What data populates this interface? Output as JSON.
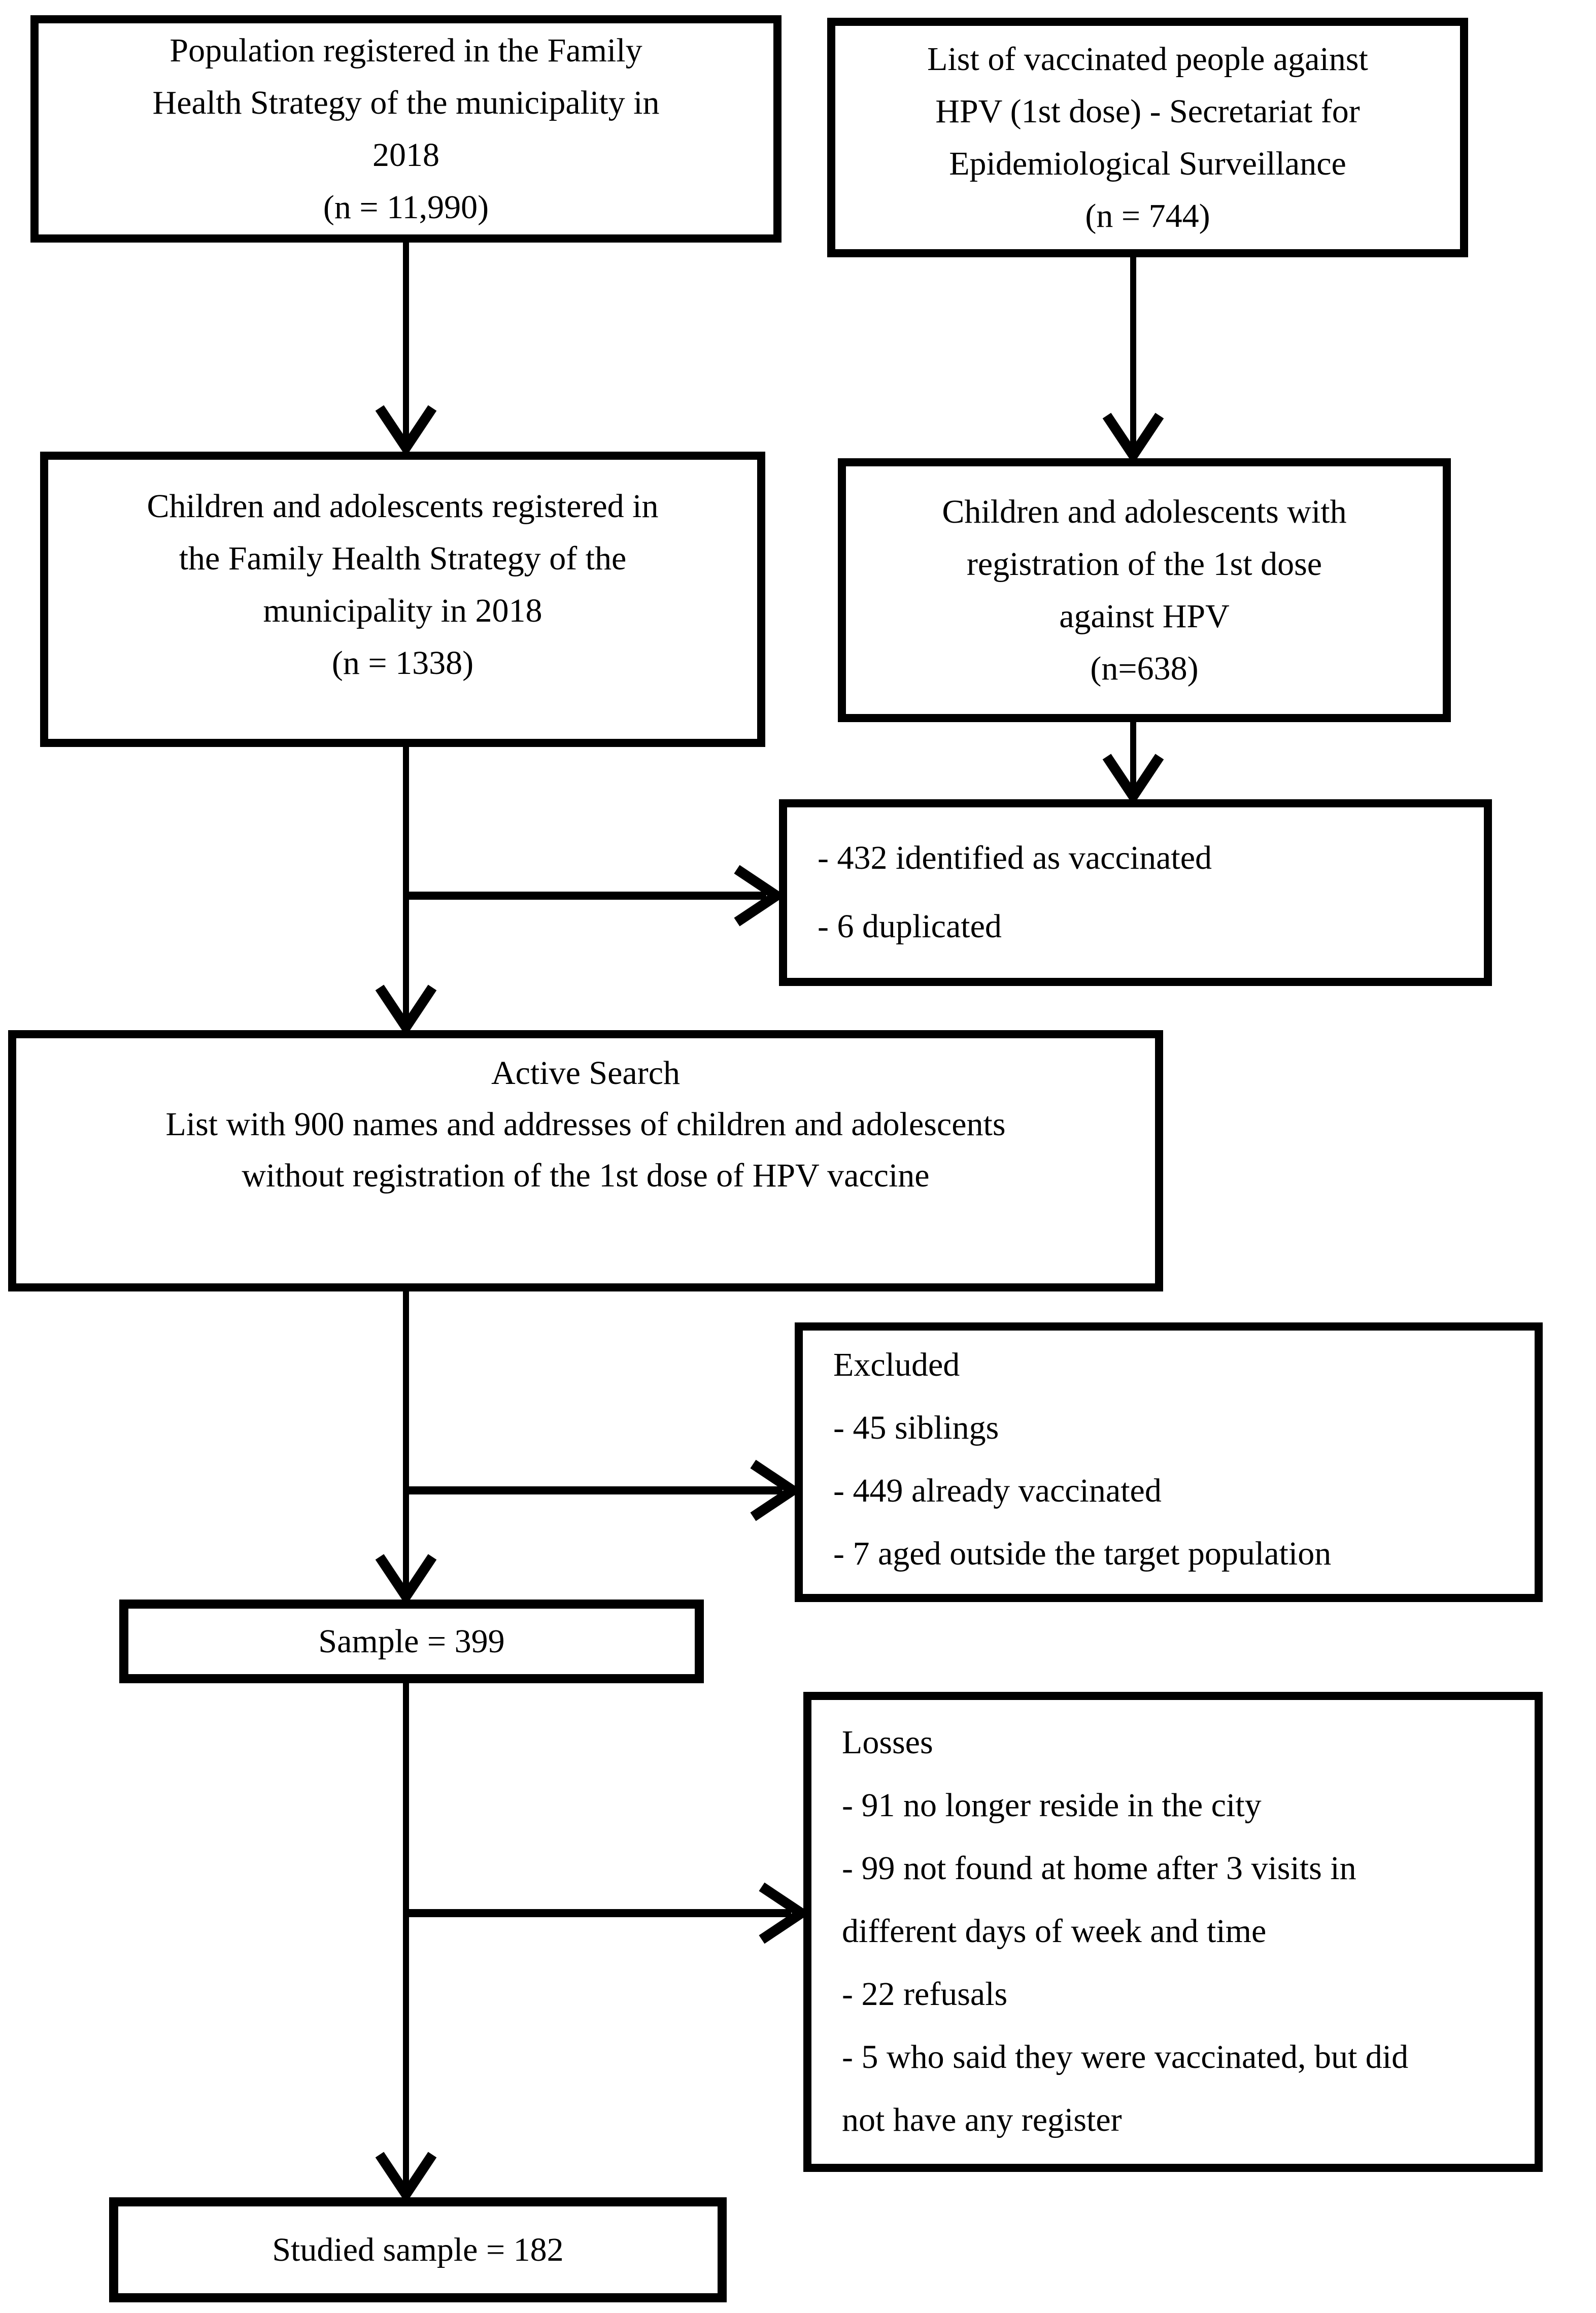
{
  "diagram": {
    "title": "HPV vaccination study sample flowchart",
    "colors": {
      "line": "#000000",
      "background": "#ffffff",
      "text": "#000000"
    },
    "boxes": {
      "population": {
        "lines": [
          "Population registered in the Family",
          "Health Strategy of the municipality in",
          "2018",
          "(n = 11,990)"
        ]
      },
      "vaccinated_list": {
        "lines": [
          "List of vaccinated people against",
          "HPV (1st dose) - Secretariat for",
          "Epidemiological Surveillance",
          "(n = 744)"
        ]
      },
      "children_registered": {
        "lines": [
          "Children and adolescents registered in",
          "the Family Health Strategy of the",
          "municipality in 2018",
          "(n = 1338)"
        ]
      },
      "children_first_dose": {
        "lines": [
          "Children and adolescents with",
          "registration of the 1st dose",
          "against HPV",
          "(n=638)"
        ]
      },
      "identified_vaccinated": {
        "lines": [
          "- 432 identified as vaccinated",
          "- 6 duplicated"
        ]
      },
      "active_search": {
        "lines": [
          "Active Search",
          "List with 900 names and addresses of children and adolescents",
          "without registration of the 1st dose of HPV vaccine"
        ]
      },
      "excluded": {
        "lines": [
          "Excluded",
          "- 45 siblings",
          "- 449 already vaccinated",
          "- 7 aged outside the target population"
        ]
      },
      "sample": {
        "label": "Sample = 399"
      },
      "losses": {
        "lines": [
          "Losses",
          "- 91 no longer reside in the city",
          "- 99 not found at home after 3 visits in",
          "different days of week and time",
          "- 22 refusals",
          "- 5 who said they were vaccinated, but did",
          "not have any register"
        ]
      },
      "studied_sample": {
        "label": "Studied sample = 182"
      }
    }
  }
}
